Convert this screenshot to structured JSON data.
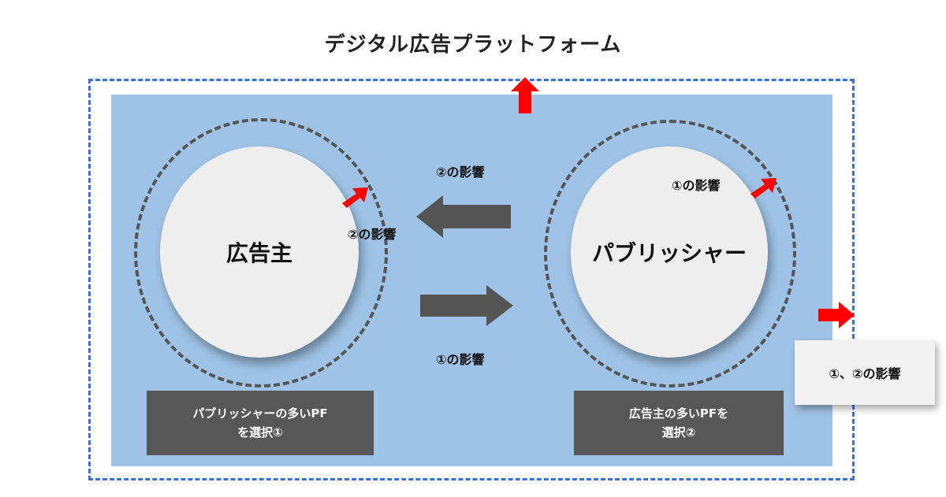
{
  "title": "デジタル広告プラットフォーム",
  "advertiser": {
    "label": "広告主",
    "ring_effect_label": "②の影響",
    "selection_box": [
      "パブリッシャーの多いPF",
      "を選択①"
    ]
  },
  "publisher": {
    "label": "パブリッシャー",
    "ring_effect_label": "①の影響",
    "selection_box": [
      "広告主の多いPFを",
      "選択②"
    ]
  },
  "flows": {
    "to_advertiser_label": "②の影響",
    "to_publisher_label": "①の影響"
  },
  "platform_effect_label": "①、②の影響",
  "colors": {
    "platform_area": "#9fc3e6",
    "platform_border": "#3a6fd8",
    "flow_arrow": "#555555",
    "growth_arrow": "#ff0000",
    "selection_box": "#575757"
  },
  "icons": {
    "flow": "block-arrow",
    "growth": "red-arrow"
  }
}
